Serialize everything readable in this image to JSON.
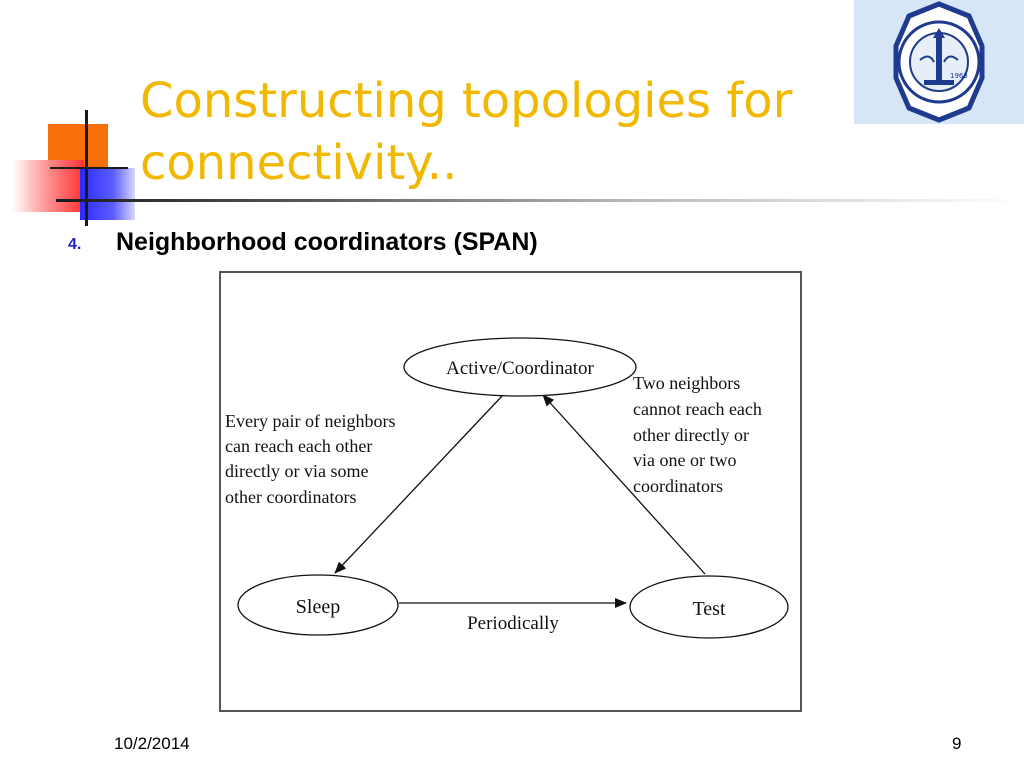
{
  "slide": {
    "title_line1": "Constructing topologies for",
    "title_line2": "connectivity..",
    "bullet_number": "4.",
    "bullet_text": "Neighborhood coordinators (SPAN)",
    "footer_date": "10/2/2014",
    "footer_page": "9",
    "title_color": "#f2b800",
    "bullet_color": "#2222cc"
  },
  "diagram": {
    "nodes": {
      "active": "Active/Coordinator",
      "sleep": "Sleep",
      "test": "Test"
    },
    "edge_labels": {
      "periodically": "Periodically",
      "left_lines": [
        "Every pair of neighbors",
        "can reach each other",
        "directly or via some",
        "other coordinators"
      ],
      "right_lines": [
        "Two neighbors",
        "cannot reach each",
        "other directly or",
        "via one or two",
        "coordinators"
      ]
    }
  },
  "logo": {
    "name": "university-seal",
    "year": "1963"
  }
}
